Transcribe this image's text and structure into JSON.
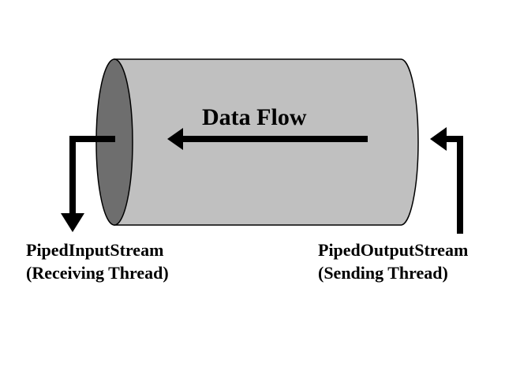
{
  "diagram": {
    "flow_label": "Data Flow",
    "input": {
      "name": "PipedInputStream",
      "role": "(Receiving Thread)"
    },
    "output": {
      "name": "PipedOutputStream",
      "role": "(Sending Thread)"
    },
    "colors": {
      "pipe_body": "#c0c0c0",
      "pipe_end": "#6e6e6e",
      "outline": "#000000",
      "arrow": "#000000"
    }
  }
}
